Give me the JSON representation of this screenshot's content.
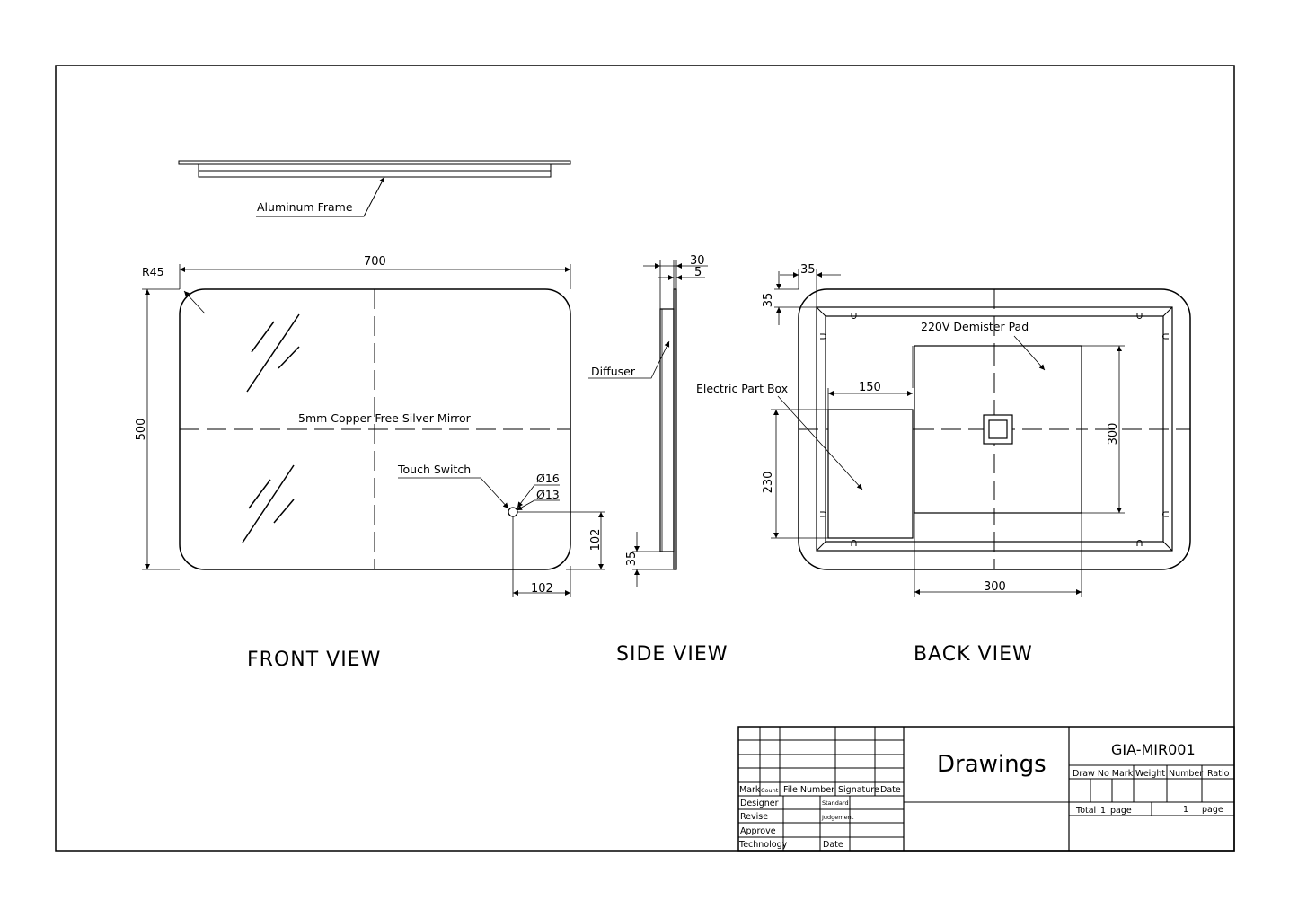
{
  "labels": {
    "aluminum_frame": "Aluminum Frame",
    "r45": "R45",
    "mirror": "5mm Copper Free Silver Mirror",
    "touch_switch": "Touch Switch",
    "d16": "Ø16",
    "d13": "Ø13",
    "diffuser": "Diffuser",
    "demister": "220V Demister Pad",
    "electric_box": "Electric Part Box"
  },
  "dimensions": {
    "front_width": "700",
    "front_height": "500",
    "switch_x": "102",
    "switch_y": "102",
    "side_30": "30",
    "side_5": "5",
    "side_35": "35",
    "back_35_x": "35",
    "back_35_y": "35",
    "box_width": "150",
    "box_height": "230",
    "pad_height": "300",
    "pad_width": "300"
  },
  "views": {
    "front": "FRONT VIEW",
    "side": "SIDE VIEW",
    "back": "BACK VIEW"
  },
  "title_block": {
    "headers": {
      "mark": "Mark",
      "count": "Count",
      "file_number": "File Number",
      "signature": "Signature",
      "date": "Date"
    },
    "roles": {
      "designer": "Designer",
      "revise": "Revise",
      "approve": "Approve",
      "technology": "Technology",
      "standard": "Standard",
      "judgement": "Judgement",
      "date2": "Date"
    },
    "name": "Drawings",
    "code": "GIA-MIR001",
    "cols": {
      "draw_no_mark": "Draw No Mark",
      "weight": "Weight",
      "number": "Number",
      "ratio": "Ratio"
    },
    "total": "Total",
    "total_count": "1",
    "page1": "page",
    "page_no": "1",
    "page2": "page"
  }
}
